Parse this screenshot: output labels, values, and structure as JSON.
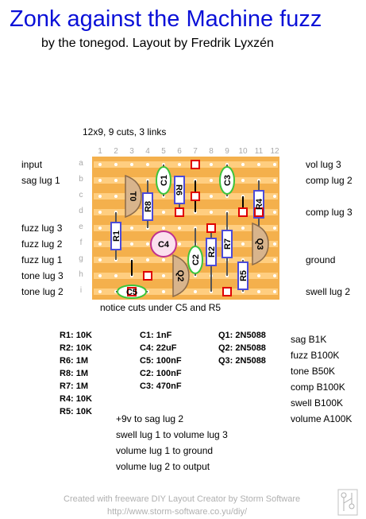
{
  "title": "Zonk against the Machine fuzz",
  "subtitle": "by the tonegod. Layout by Fredrik Lyxzén",
  "grid_info": "12x9, 9 cuts, 3 links",
  "column_numbers": [
    "1",
    "2",
    "3",
    "4",
    "5",
    "6",
    "7",
    "8",
    "9",
    "10",
    "11",
    "12"
  ],
  "row_letters": [
    "a",
    "b",
    "c",
    "d",
    "e",
    "f",
    "g",
    "h",
    "i"
  ],
  "left_labels": [
    "input",
    "sag lug 1",
    "fuzz lug 3",
    "fuzz lug 2",
    "fuzz lug 1",
    "tone lug 3",
    "tone lug 2"
  ],
  "right_labels": [
    "vol lug 3",
    "comp lug 2",
    "comp lug 3",
    "ground",
    "swell lug 2"
  ],
  "component_labels": {
    "C1": "C1",
    "C3": "C3",
    "T0": "T0",
    "R6": "R6",
    "R8": "R8",
    "R4": "R4",
    "C4": "C4",
    "R1": "R1",
    "R7": "R7",
    "Q3": "Q3",
    "C2": "C2",
    "R2": "R2",
    "Q2": "Q2",
    "R5": "R5",
    "C5": "C5"
  },
  "note": "notice cuts under C5 and R5",
  "resistors": [
    "R1: 10K",
    "R2: 10K",
    "R6: 1M",
    "R8: 1M",
    "R7: 1M",
    "R4: 10K",
    "R5: 10K"
  ],
  "capacitors": [
    "C1: 1nF",
    "C4: 22uF",
    "C5: 100nF",
    "C2: 100nF",
    "C3: 470nF"
  ],
  "transistors": [
    "Q1: 2N5088",
    "Q2: 2N5088",
    "Q3: 2N5088"
  ],
  "pots": [
    "sag B1K",
    "fuzz B100K",
    "tone B50K",
    "comp B100K",
    "swell B100K",
    "volume A100K"
  ],
  "wiring": [
    "+9v to sag lug 2",
    "swell lug 1 to volume lug 3",
    "volume lug 1 to ground",
    "volume lug 2 to output"
  ],
  "credit_line1": "Created with freeware DIY Layout Creator by Storm Software",
  "credit_line2": "http://www.storm-software.co.yu/diy/",
  "colors": {
    "title": "#0a10d8",
    "board": "#f4b04c",
    "strip": "#c9c9c9",
    "cut": "#e00000",
    "resistor": "#4b4bd9",
    "film_cap": "#3cc43c",
    "electrolytic": "#c03090",
    "transistor": "#d8b48c"
  }
}
